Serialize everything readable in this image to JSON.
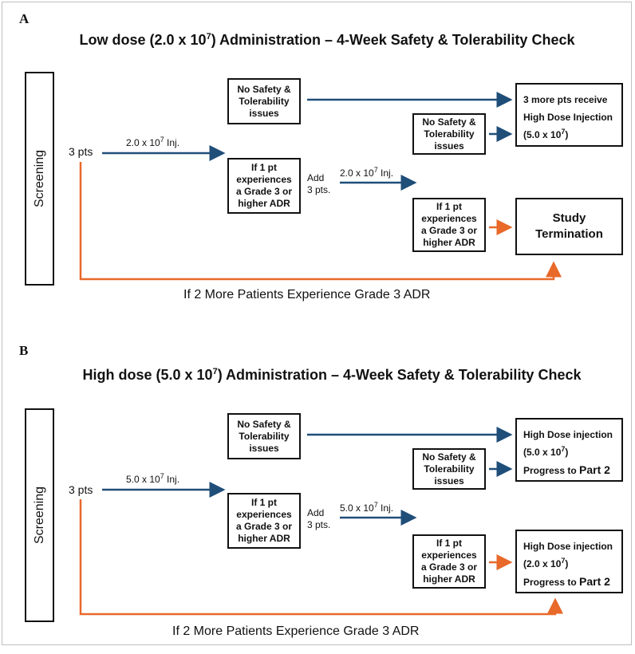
{
  "panel_a": {
    "letter": "A",
    "title_pre": "Low dose (2.0 x 10",
    "title_sup": "7",
    "title_post": ") Administration – 4-Week Safety & Tolerability Check",
    "screening": "Screening",
    "pts": "3 pts",
    "inj1_pre": "2.0 x 10",
    "inj1_sup": "7",
    "inj1_post": " Inj.",
    "no_issues_box": "No Safety &\nTolerability\nissues",
    "adr_box": "If 1 pt\nexperiences\na Grade 3 or\nhigher ADR",
    "add_pts": "Add\n3 pts.",
    "inj2_pre": "2.0 x 10",
    "inj2_sup": "7",
    "inj2_post": " Inj.",
    "no_issues_box2": "No Safety &\nTolerability\nissues",
    "adr_box2": "If 1 pt\nexperiences\na Grade 3 or\nhigher ADR",
    "result_line1": "3 more pts receive",
    "result_line2": "High Dose Injection",
    "result_line3_pre": "(5.0 x 10",
    "result_line3_sup": "7",
    "result_line3_post": ")",
    "termination": "Study\nTermination",
    "bottom_note": "If 2 More Patients Experience Grade 3 ADR"
  },
  "panel_b": {
    "letter": "B",
    "title_pre": "High dose (5.0 x 10",
    "title_sup": "7",
    "title_post": ") Administration – 4-Week Safety & Tolerability Check",
    "screening": "Screening",
    "pts": "3 pts",
    "inj1_pre": "5.0 x 10",
    "inj1_sup": "7",
    "inj1_post": " Inj.",
    "no_issues_box": "No Safety &\nTolerability\nissues",
    "adr_box": "If 1 pt\nexperiences\na Grade 3 or\nhigher ADR",
    "add_pts": "Add\n3 pts.",
    "inj2_pre": "5.0 x 10",
    "inj2_sup": "7",
    "inj2_post": " Inj.",
    "no_issues_box2": "No Safety &\nTolerability\nissues",
    "adr_box2": "If 1 pt\nexperiences\na Grade 3 or\nhigher ADR",
    "result1_line1": "High Dose injection",
    "result1_line2_pre": "(5.0 x 10",
    "result1_line2_sup": "7",
    "result1_line2_post": ")",
    "result1_line3_pre": "Progress to ",
    "result1_line3_big": "Part 2",
    "result2_line1": "High Dose injection",
    "result2_line2_pre": "(2.0 x 10",
    "result2_line2_sup": "7",
    "result2_line2_post": ")",
    "result2_line3_pre": "Progress to ",
    "result2_line3_big": "Part 2",
    "bottom_note": "If 2 More Patients Experience Grade 3 ADR"
  },
  "colors": {
    "blue_arrow": "#1f4e79",
    "orange_arrow": "#e8692a",
    "box_border": "#111111"
  }
}
